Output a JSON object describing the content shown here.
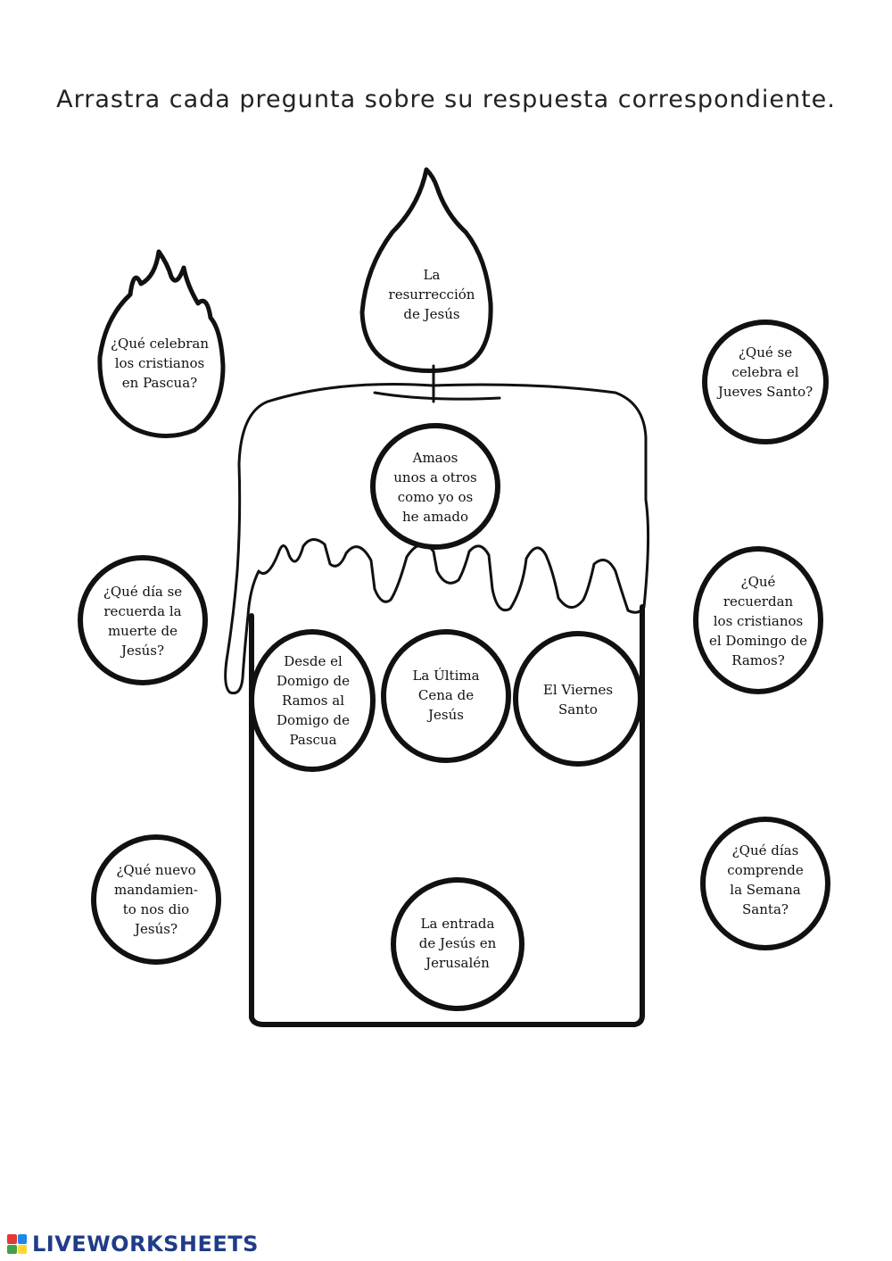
{
  "instruction": "Arrastra cada pregunta sobre su respuesta correspondiente.",
  "answers": {
    "resurreccion": "La\nresurrección\nde Jesús",
    "amaos": "Amaos\nunos a otros\ncomo yo os\nhe amado",
    "domingo_ramos_pascua": "Desde el\nDomigo de\nRamos al\nDomigo de\nPascua",
    "ultima_cena": "La Última\nCena de\nJesús",
    "viernes_santo": "El Viernes\nSanto",
    "entrada_jerusalen": "La entrada\nde Jesús en\nJerusalén"
  },
  "questions": {
    "pascua": "¿Qué celebran\nlos cristianos\nen Pascua?",
    "jueves_santo": "¿Qué se\ncelebra el\nJueves Santo?",
    "muerte": "¿Qué día se\nrecuerda la\nmuerte de\nJesús?",
    "domingo_ramos": "¿Qué\nrecuerdan\nlos cristianos\nel Domingo de\nRamos?",
    "mandamiento": "¿Qué nuevo\nmandamien-\nto nos dio\nJesús?",
    "semana_santa": "¿Qué días\ncomprende\nla Semana\nSanta?"
  },
  "footer": {
    "brand": "LIVEWORKSHEETS",
    "logo_colors": [
      "#e53935",
      "#1e88e5",
      "#43a047",
      "#fdd835"
    ],
    "brand_color": "#1f3c88"
  }
}
